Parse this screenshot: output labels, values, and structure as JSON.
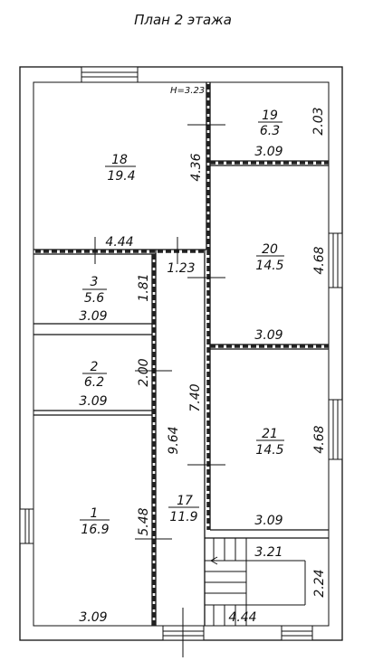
{
  "title": "План 2 этажа",
  "height_mark": "H=3.23",
  "rooms": [
    {
      "id": "18",
      "area": "19.4",
      "height": "4.36",
      "width": "4.44"
    },
    {
      "id": "19",
      "area": "6.3",
      "height": "2.03",
      "width": "3.09"
    },
    {
      "id": "20",
      "area": "14.5",
      "height": "4.68",
      "width": "3.09"
    },
    {
      "id": "3",
      "area": "5.6",
      "height": "1.81",
      "width": "3.09"
    },
    {
      "id": "2",
      "area": "6.2",
      "height": "2.00",
      "width": "3.09"
    },
    {
      "id": "1",
      "area": "16.9",
      "height": "5.48",
      "width": "3.09"
    },
    {
      "id": "17",
      "area": "11.9",
      "height": "9.64",
      "width": "1.23"
    },
    {
      "id": "21",
      "area": "14.5",
      "height": "4.68",
      "width": "3.09"
    }
  ],
  "corridor_right_dim": "7.40",
  "stair": {
    "width": "3.21",
    "height": "2.24",
    "bottom": "4.44"
  }
}
